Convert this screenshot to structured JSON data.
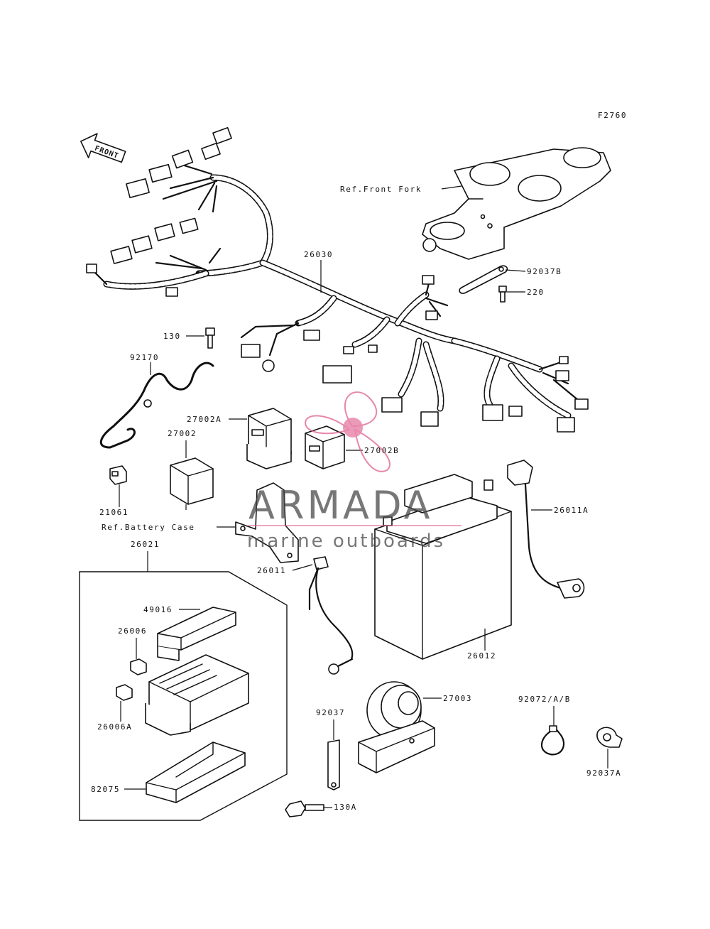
{
  "figure_code": "F2760",
  "front_badge": "FRONT",
  "watermark": {
    "brand": "ARMADA",
    "tagline": "marine outboards",
    "brand_color": "#4a4a4a",
    "accent_color": "#e0608f"
  },
  "labels": {
    "ref_front_fork": "Ref.Front Fork",
    "p26030": "26030",
    "p92037B": "92037B",
    "p220": "220",
    "p130": "130",
    "p92170": "92170",
    "p27002A": "27002A",
    "p27002": "27002",
    "p27002B": "27002B",
    "p21061": "21061",
    "ref_battery_case": "Ref.Battery Case",
    "p26021": "26021",
    "p26011A": "26011A",
    "p26011": "26011",
    "p49016": "49016",
    "p26006": "26006",
    "p26006A": "26006A",
    "p82075": "82075",
    "p26012": "26012",
    "p92037": "92037",
    "p27003": "27003",
    "p92072AB": "92072/A/B",
    "p92037A": "92037A",
    "p130A": "130A"
  }
}
